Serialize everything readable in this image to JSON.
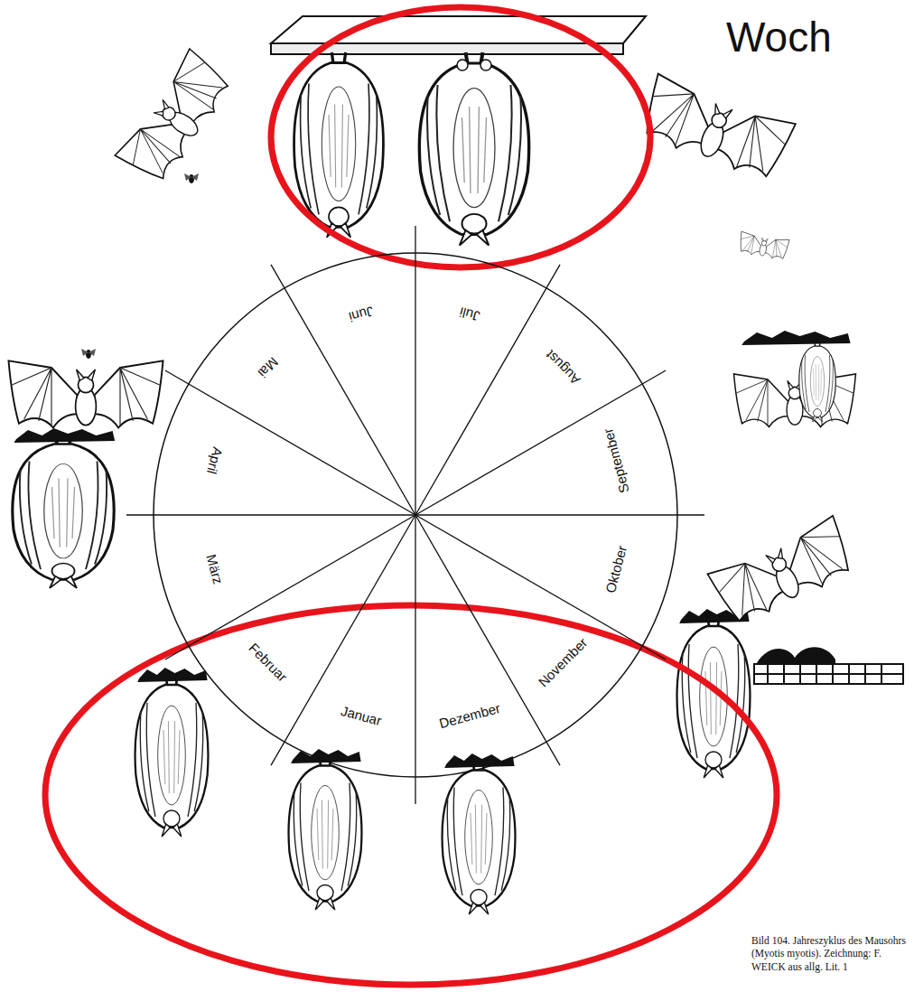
{
  "diagram": {
    "title": "Woch",
    "caption": "Bild 104. Jahreszyklus des Mausohrs (Myotis myotis). Zeichnung: F. WEICK aus allg. Lit. 1",
    "nodes": [
      {
        "text": [
          "Januar",
          "Februar",
          "März",
          "April",
          "Mai",
          "Juni",
          "Juli",
          "August",
          "September",
          "Oktober",
          "November",
          "Dezember"
        ]
      }
    ]
  }
}
